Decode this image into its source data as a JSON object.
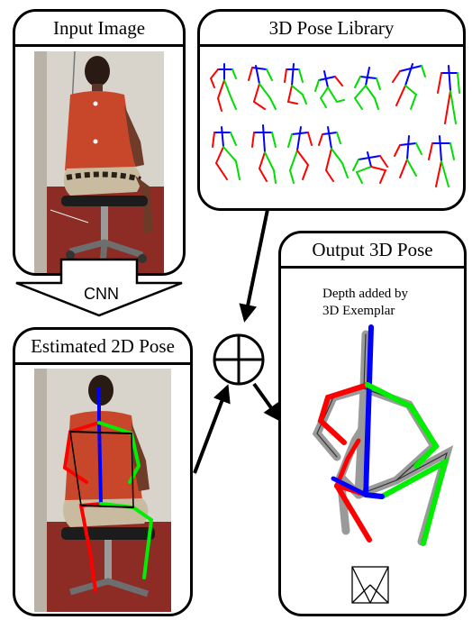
{
  "panels": {
    "input": {
      "title": "Input Image"
    },
    "library": {
      "title": "3D Pose Library"
    },
    "estimated": {
      "title": "Estimated 2D Pose"
    },
    "output": {
      "title": "Output 3D Pose"
    }
  },
  "arrow_label": "CNN",
  "output_note": {
    "line1": "Depth added by",
    "line2": "3D Exemplar"
  },
  "colors": {
    "left_limb": "#ff0000",
    "right_limb": "#00ee00",
    "torso": "#0000ff",
    "exemplar": "#9a9a9a",
    "shirt": "#c84a2a",
    "background_wall": "#d8d2c8",
    "floor": "#8a2a22"
  },
  "icons": {
    "combine": "circled-plus-icon",
    "camera": "camera-frustum-icon",
    "cnn_arrow": "block-arrow-down-icon"
  }
}
